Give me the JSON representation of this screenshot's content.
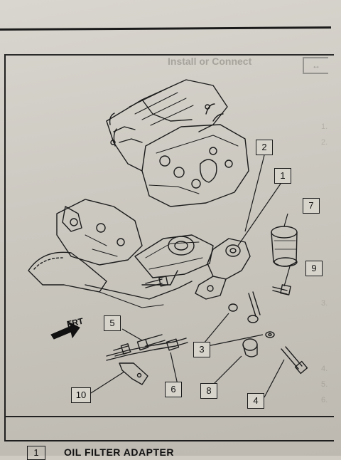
{
  "header": {
    "section_title": "Install or Connect",
    "tab_icon": "install-arrows-icon"
  },
  "ghost_steps": [
    "1.",
    "2.",
    "3.",
    "4.",
    "5.",
    "6."
  ],
  "diagram": {
    "direction_label": "FRT",
    "callouts": [
      "1",
      "2",
      "3",
      "4",
      "5",
      "6",
      "7",
      "8",
      "9",
      "10"
    ]
  },
  "legend": {
    "number": "1",
    "label": "OIL FILTER ADAPTER"
  }
}
